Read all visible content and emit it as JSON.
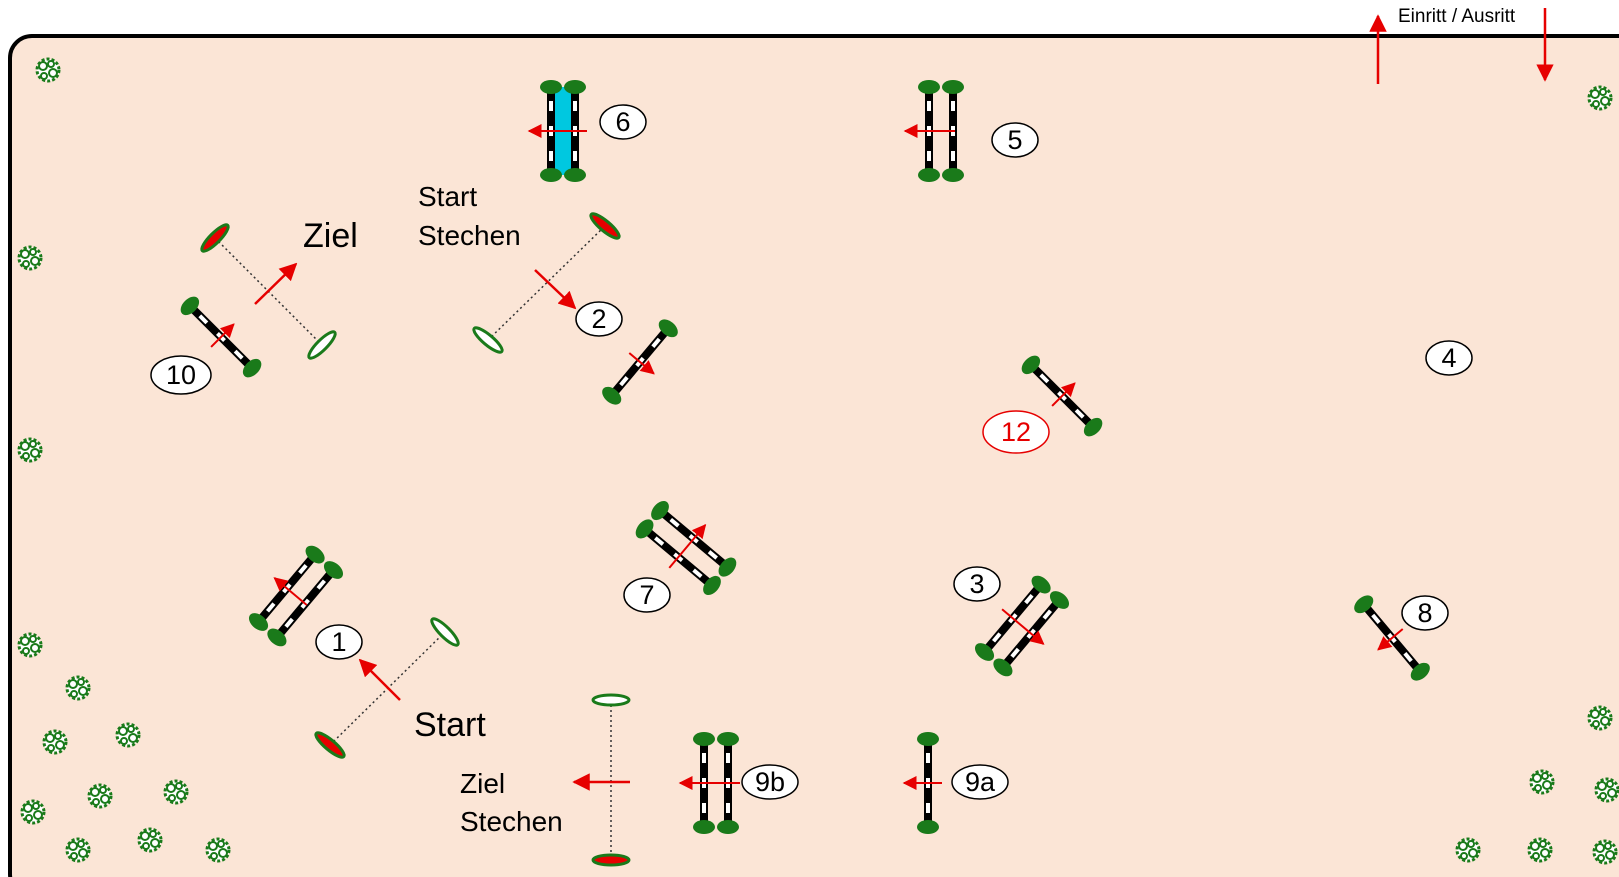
{
  "entrance": {
    "label": "Einritt / Ausritt"
  },
  "labels": {
    "start": "Start",
    "ziel": "Ziel",
    "start_stechen_1": "Start",
    "start_stechen_2": "Stechen",
    "ziel_stechen_1": "Ziel",
    "ziel_stechen_2": "Stechen"
  },
  "obstacles": [
    {
      "id": "1",
      "color": "#000000"
    },
    {
      "id": "2",
      "color": "#000000"
    },
    {
      "id": "3",
      "color": "#000000"
    },
    {
      "id": "4",
      "color": "#000000"
    },
    {
      "id": "5",
      "color": "#000000"
    },
    {
      "id": "6",
      "color": "#000000"
    },
    {
      "id": "7",
      "color": "#000000"
    },
    {
      "id": "8",
      "color": "#000000"
    },
    {
      "id": "9a",
      "color": "#000000"
    },
    {
      "id": "9b",
      "color": "#000000"
    },
    {
      "id": "10",
      "color": "#000000"
    },
    {
      "id": "12",
      "color": "#e60000"
    }
  ],
  "colors": {
    "arena": "#fbe5d6",
    "arena_border": "#000000",
    "arrow": "#e60000",
    "foliage": "#1a7a1a",
    "water": "#00c8e0"
  }
}
